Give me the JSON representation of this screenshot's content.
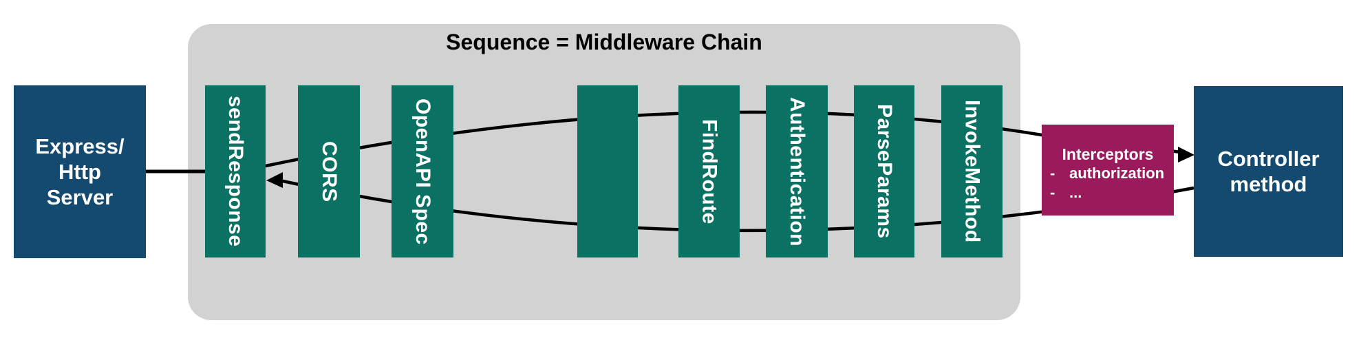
{
  "diagram": {
    "title": "Sequence = Middleware Chain",
    "colors": {
      "endpoint_navy": "#144a70",
      "middleware_teal": "#0a7163",
      "interceptors_magenta": "#9a1a5c",
      "container_gray": "#d2d2d2",
      "connector_black": "#000000",
      "label_white": "#ffffff"
    },
    "server_box": {
      "lines": [
        "Express/",
        "Http",
        "Server"
      ]
    },
    "middleware": {
      "items": [
        {
          "label": "sendResponse"
        },
        {
          "label": "CORS"
        },
        {
          "label": "OpenAPI Spec"
        },
        {
          "label": ""
        },
        {
          "label": "FindRoute"
        },
        {
          "label": "Authentication"
        },
        {
          "label": "ParseParams"
        },
        {
          "label": "InvokeMethod"
        }
      ]
    },
    "interceptors_box": {
      "title": "Interceptors",
      "bullet_marker": "-",
      "bullets": [
        "authorization",
        "..."
      ]
    },
    "controller_box": {
      "lines": [
        "Controller",
        "method"
      ]
    }
  }
}
